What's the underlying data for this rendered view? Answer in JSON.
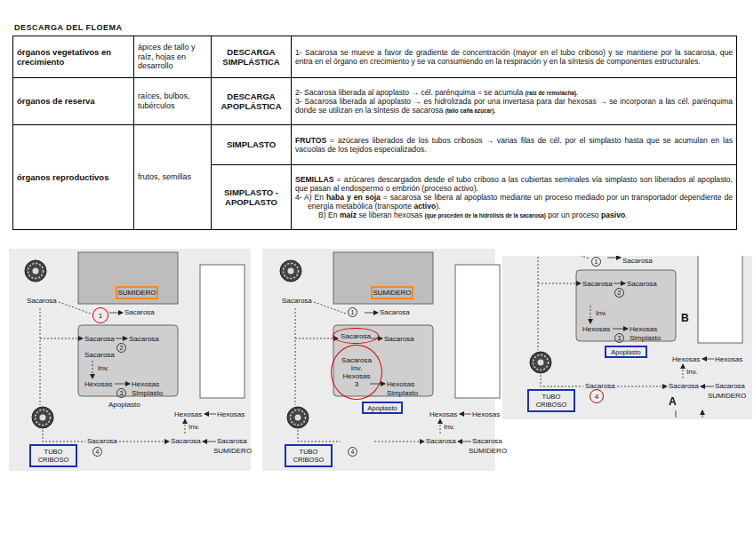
{
  "diagram": {
    "title": "DESCARGA DEL FLOEMA",
    "nodes": [
      {
        "text": [
          "SUMIDERO"
        ]
      },
      {
        "text": [
          "1"
        ]
      },
      {
        "text": [
          "TUBO CRIBOSO"
        ]
      },
      {
        "text": [
          "SUMIDERO"
        ]
      },
      {
        "text": [
          "Sacarosa"
        ]
      },
      {
        "text": [
          "Sacarosa",
          "Inv.",
          "Hexosas",
          "3"
        ]
      },
      {
        "text": [
          "Apoplasto"
        ]
      },
      {
        "text": [
          "TUBO CRIBOSO"
        ]
      },
      {
        "text": [
          "Apoplasto"
        ]
      },
      {
        "text": [
          "TUBO CRIBOSO"
        ]
      },
      {
        "text": [
          "4"
        ]
      }
    ],
    "labels": [
      "órganos vegetativos en crecimiento",
      "ápices de tallo y raíz, hojas en desarrollo",
      "DESCARGA SIMPLÁSTICA",
      "1- Sacarosa se mueve a favor de gradiente de concentración (mayor en el tubo criboso) y se mantiene por la sacarosa, que entra en el órgano en crecimiento y se va consumiendo en la respiración y en la síntesis de componentes estructurales.",
      "órganos de reserva",
      "raíces, bulbos, tubérculos",
      "DESCARGA APOPLÁSTICA",
      "2- Sacarosa liberada al apoplasto → cél. parénquima = se acumula ",
      "(raíz de remolacha).",
      "3- Sacarosa liberada al apoplasto → es hidrolizada por una invertasa para dar hexosas → se incorporan a las cél. parénquima donde se utilizan en la síntesis de sacarosa ",
      "(tallo caña azúcar).",
      "órganos reproductivos",
      "frutos, semillas",
      "SIMPLASTO",
      "FRUTOS",
      " = azúcares liberados de los tubos cribosos → varias filas de cél. por el simplasto hasta que se acumulan en las vacuolas de los tejidos especializados.",
      "SIMPLASTO - APOPLASTO",
      "SEMILLAS",
      " = azúcares descargados desde el tubo criboso a las cubiertas seminales vía simplasto son liberados al apoplasto, que pasan al endospermo o embrión (proceso activo).",
      "4- A) En ",
      "haba y en soja",
      " = sacarosa se libera al apoplasto mediante un proceso mediado por un transportador dependiente de energía metabólica (transporte ",
      "activo",
      ").",
      "B) En ",
      "maíz",
      " se liberan hexosas ",
      "(que proceden de la hidrólisis de la sacarosa)",
      " por un proceso ",
      "pasivo",
      ".",
      "Sacarosa",
      "Sacarosa",
      "Sacarosa",
      "Sacarosa",
      "2",
      "Sacarosa",
      "Inv.",
      "Hexosas",
      "Hexosas",
      "3",
      "Simplasto",
      "Apoplasto",
      "Hexosas",
      "Hexosas",
      "Inv.",
      "Sacarosa",
      "Sacarosa",
      "Sacarosa",
      "4",
      "SUMIDERO",
      "Sacarosa",
      "1",
      "Sacarosa",
      "Sacarosa",
      "Hexosas",
      "Simplasto",
      "Hexosas",
      "Hexosas",
      "Inv.",
      "Sacarosa",
      "Sacarosa",
      "4",
      "SUMIDERO",
      "1",
      "Sacarosa",
      "2",
      "Sacarosa",
      "Sacarosa",
      "Inv.",
      "Hexosas",
      "Hexosas",
      "Simplasto",
      "3",
      "B",
      "Hexosas",
      "Hexosas",
      "Inv.",
      "Sacarosa",
      "Sacarosa",
      "Sacarosa",
      "A",
      "SUMIDERO"
    ]
  }
}
